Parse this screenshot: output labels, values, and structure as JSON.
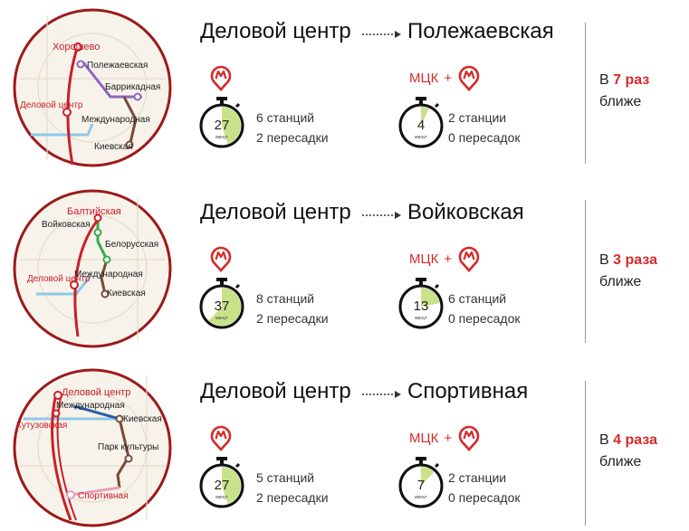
{
  "rows": [
    {
      "map_labels": [
        "Хорошево",
        "Полежаевская",
        "Баррикадная",
        "Деловой центр",
        "Международная",
        "Киевская"
      ],
      "from": "Деловой центр",
      "to": "Полежаевская",
      "metro_time": "27",
      "metro_stations": "6 станций",
      "metro_transfers": "2 пересадки",
      "mcc_time": "4",
      "mcc_stations": "2 станции",
      "mcc_transfers": "0 пересадок",
      "closer_prefix": "В",
      "closer_number": "7 раз",
      "closer_suffix": "ближе"
    },
    {
      "map_labels": [
        "Балтийская",
        "Войковская",
        "Белорусская",
        "Деловой центр",
        "Международная",
        "Киевская"
      ],
      "from": "Деловой центр",
      "to": "Войковская",
      "metro_time": "37",
      "metro_stations": "8 станций",
      "metro_transfers": "2 пересадки",
      "mcc_time": "13",
      "mcc_stations": "6 станций",
      "mcc_transfers": "0 пересадок",
      "closer_prefix": "В",
      "closer_number": "3 раза",
      "closer_suffix": "ближе"
    },
    {
      "map_labels": [
        "Деловой центр",
        "Международная",
        "Кутузовская",
        "Киевская",
        "Парк культуры",
        "Спортивная"
      ],
      "from": "Деловой центр",
      "to": "Спортивная",
      "metro_time": "27",
      "metro_stations": "5 станций",
      "metro_transfers": "2 пересадки",
      "mcc_time": "7",
      "mcc_stations": "2 станции",
      "mcc_transfers": "0 пересадок",
      "closer_prefix": "В",
      "closer_number": "4 раза",
      "closer_suffix": "ближе"
    }
  ],
  "labels": {
    "mcc": "МЦК",
    "plus": "+",
    "minutes": "минут"
  },
  "colors": {
    "accent": "#d62a2a",
    "timer_fill": "#c8e28a",
    "map_border": "#a01818"
  },
  "icons": {
    "metro": "metro-m-pin-icon",
    "timer": "stopwatch-icon",
    "arrow": "dotted-arrow-icon"
  },
  "timer_fractions": {
    "row0": {
      "metro": 0.45,
      "mcc": 0.07
    },
    "row1": {
      "metro": 0.62,
      "mcc": 0.22
    },
    "row2": {
      "metro": 0.45,
      "mcc": 0.12
    }
  }
}
